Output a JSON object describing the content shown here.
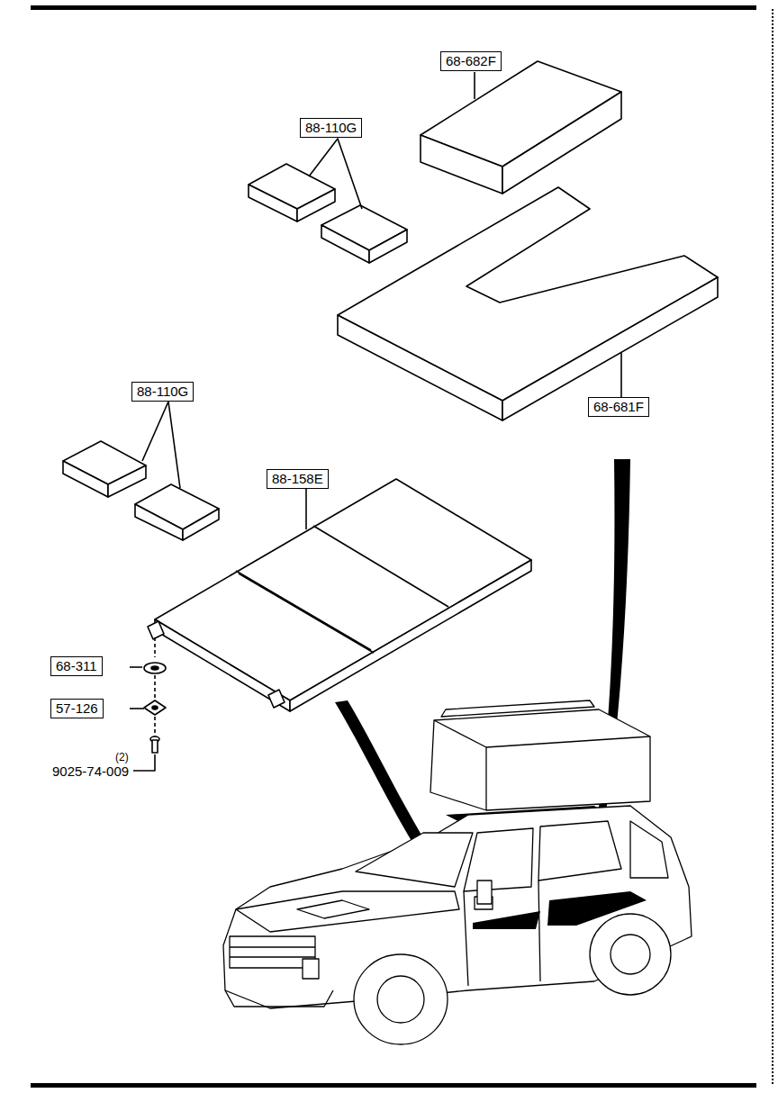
{
  "diagram": {
    "labels": [
      "68-682F",
      "88-110G",
      "68-681F",
      "88-110G",
      "88-158E",
      "68-311",
      "57-126",
      "(2)",
      "9025-74-009"
    ]
  }
}
